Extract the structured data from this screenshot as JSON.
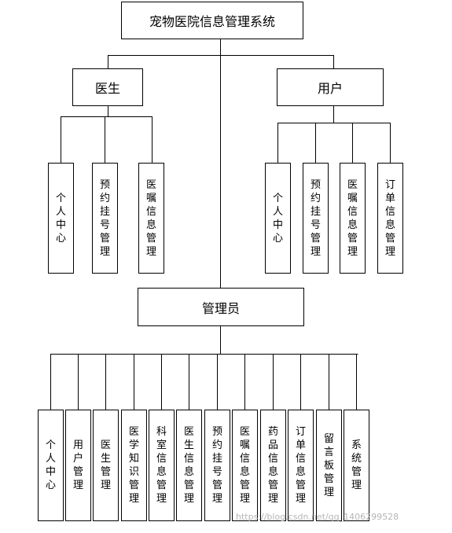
{
  "root": {
    "label": "宠物医院信息管理系统"
  },
  "doctor": {
    "label": "医生",
    "children": [
      "个人中心",
      "预约挂号管理",
      "医嘱信息管理"
    ]
  },
  "user": {
    "label": "用户",
    "children": [
      "个人中心",
      "预约挂号管理",
      "医嘱信息管理",
      "订单信息管理"
    ]
  },
  "admin": {
    "label": "管理员",
    "children": [
      "个人中心",
      "用户管理",
      "医生管理",
      "医学知识管理",
      "科室信息管理",
      "医生信息管理",
      "预约挂号管理",
      "医嘱信息管理",
      "药品信息管理",
      "订单信息管理",
      "留言板管理",
      "系统管理"
    ]
  },
  "watermark": "https://blog.csdn.net/qq_1406299528"
}
